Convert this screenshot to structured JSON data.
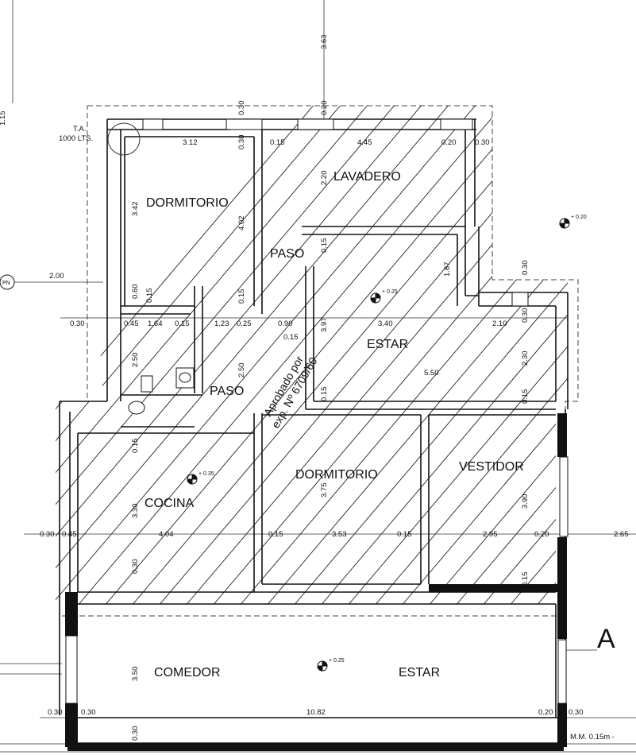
{
  "rooms": {
    "dormitorio_top": "DORMITORIO",
    "lavadero": "LAVADERO",
    "paso_upper": "PASO",
    "paso_lower": "PASO",
    "estar_top": "ESTAR",
    "cocina": "COCINA",
    "dormitorio_mid": "DORMITORIO",
    "vestidor": "VESTIDOR",
    "comedor": "COMEDOR",
    "estar_bottom": "ESTAR"
  },
  "tank": {
    "line1": "T.A.",
    "line2": "1000 LTS."
  },
  "stamp": {
    "line1": "Aprobado por",
    "line2": "exp. Nº 6709/60"
  },
  "levels": {
    "a": "+ 0.20",
    "b": "+ 0.25",
    "c": "+ 0.35",
    "d": "+ 0.25"
  },
  "marks": {
    "pn": "PN",
    "section": "A",
    "mm": "M.M. 0.15m -"
  },
  "dims": {
    "d363": "3.63",
    "d030_top": "0.30",
    "d020_top": "0.20",
    "d312": "3.12",
    "d030_a": "0.30",
    "d015_a": "0.15",
    "d445": "4.45",
    "d020_a": "0.20",
    "d030_b": "0.30",
    "d220": "2.20",
    "d342": "3.42",
    "d402": "4.02",
    "d015_b": "0.15",
    "d167": "1.67",
    "d030_c": "0.30",
    "d200": "2.00",
    "d060": "0.60",
    "d015_c": "0.15",
    "d015_d": "0.15",
    "d030_left": "0.30",
    "d045_a": "0.45",
    "d164": "1.64",
    "d015_e": "0.15",
    "d123": "1.23",
    "d025": "0.25",
    "d090": "0.90",
    "d397": "3.97",
    "d340": "3.40",
    "d210": "2.10",
    "d030_e": "0.30",
    "d015_f": "0.15",
    "d250_a": "2.50",
    "d250_b": "2.50",
    "d230": "2.30",
    "d550": "5.50",
    "d015_g": "0.15",
    "d015_h": "0.15",
    "d375": "3.75",
    "d390": "3.90",
    "d330": "3.30",
    "d030_f": "0.30",
    "d045_b": "0.45",
    "d404": "4.04",
    "d015_i": "0.15",
    "d353": "3.53",
    "d015_j": "0.15",
    "d295": "2.95",
    "d020_b": "0.20",
    "d265": "2.65",
    "d030_g": "0.30",
    "d015_k": "0.15",
    "d350": "3.50",
    "d030_h": "0.30",
    "d030_i": "0.30",
    "d1082": "10.82",
    "d020_c": "0.20",
    "d030_j": "0.30",
    "d030_k": "0.30",
    "d115": "1.15"
  }
}
